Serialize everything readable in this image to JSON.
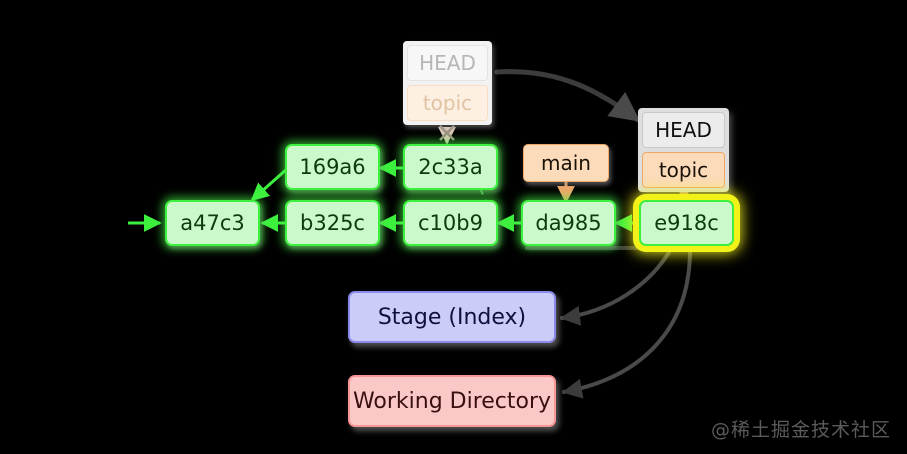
{
  "diagram": {
    "title": "Git branch and HEAD state diagram",
    "background_color": "#000000",
    "colors": {
      "commit_fill": "#ccf9cc",
      "commit_border": "#3ef03e",
      "ref_fill": "#fbdbb9",
      "ref_border": "#f0a868",
      "head_fill": "#ececec",
      "head_wrapper": "#dedede",
      "stage_fill": "#ccccf8",
      "stage_border": "#8a8aec",
      "working_dir_fill": "#fbc8c8",
      "working_dir_border": "#f69696",
      "highlight_glow": "#f2f218",
      "edge_color": "#3ef03e",
      "pointer_color": "#f0a868",
      "transfer_edge_color": "#4a4a4a"
    }
  },
  "commits": [
    {
      "id": "c_169a6",
      "label": "169a6",
      "row": "topic",
      "highlighted": false
    },
    {
      "id": "c_2c33a",
      "label": "2c33a",
      "row": "topic",
      "highlighted": false
    },
    {
      "id": "c_a47c3",
      "label": "a47c3",
      "row": "main",
      "highlighted": false
    },
    {
      "id": "c_b325c",
      "label": "b325c",
      "row": "main",
      "highlighted": false
    },
    {
      "id": "c_c10b9",
      "label": "c10b9",
      "row": "main",
      "highlighted": false
    },
    {
      "id": "c_da985",
      "label": "da985",
      "row": "main",
      "highlighted": false
    },
    {
      "id": "c_e918c",
      "label": "e918c",
      "row": "main",
      "highlighted": true
    }
  ],
  "refs": {
    "main": {
      "label": "main",
      "points_to": "da985"
    },
    "topic_active": {
      "label": "topic",
      "points_to": "e918c"
    },
    "topic_ghost": {
      "label": "topic",
      "points_to": "2c33a"
    }
  },
  "head": {
    "label": "HEAD",
    "active": {
      "title": "HEAD",
      "ref": "topic",
      "state": "current"
    },
    "ghost": {
      "title": "HEAD",
      "ref": "topic",
      "state": "previous-faded"
    }
  },
  "workspace": {
    "stage": {
      "label": "Stage (Index)"
    },
    "working_directory": {
      "label": "Working Directory"
    }
  },
  "watermark": {
    "text": "@稀土掘金技术社区"
  }
}
